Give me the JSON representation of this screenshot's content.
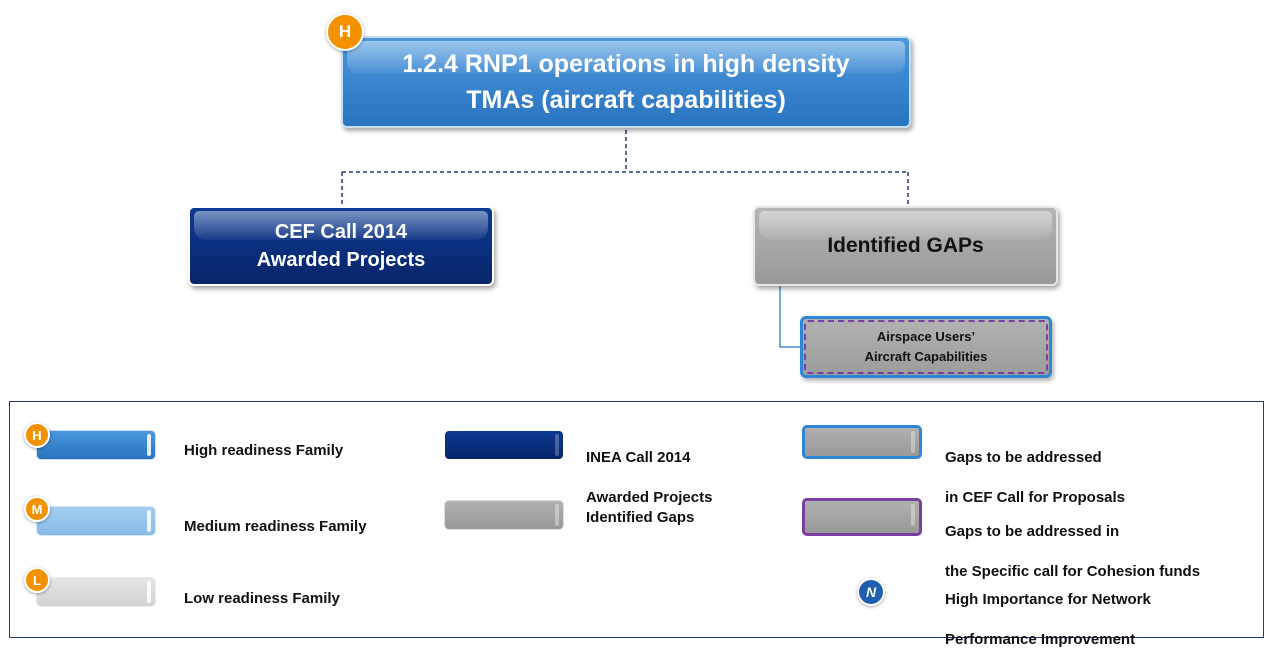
{
  "main_node": {
    "badge": "H",
    "title_line1": "1.2.4 RNP1 operations in high density",
    "title_line2": "TMAs (aircraft capabilities)"
  },
  "cef_node": {
    "line1": "CEF Call 2014",
    "line2": "Awarded Projects"
  },
  "gaps_node": {
    "label": "Identified GAPs"
  },
  "gap_item": {
    "line1": "Airspace Users’",
    "line2": "Aircraft Capabilities"
  },
  "legend": {
    "high": {
      "badge": "H",
      "label": "High readiness Family"
    },
    "medium": {
      "badge": "M",
      "label": "Medium readiness Family"
    },
    "low": {
      "badge": "L",
      "label": "Low readiness Family"
    },
    "inea": {
      "line1": "INEA Call 2014",
      "line2": "Awarded Projects"
    },
    "identified": {
      "label": "Identified Gaps"
    },
    "cef_gaps": {
      "line1": "Gaps to be addressed",
      "line2": " in CEF Call for Proposals"
    },
    "cohesion_gaps": {
      "line1": "Gaps to be addressed in",
      "line2": "the Specific call for Cohesion funds"
    },
    "network": {
      "badge": "N",
      "line1": "High Importance for Network",
      "line2": "Performance  Improvement"
    }
  },
  "colors": {
    "high": "#2f7fcf",
    "medium": "#8ec0ea",
    "low": "#d9d9d9",
    "inea": "#0a2d7a",
    "gap": "#a6a6a6",
    "badge": "#f39200",
    "connector": "#1f3d7a",
    "cef_border": "#2e86d6",
    "cohesion_border": "#7a3fa0"
  }
}
